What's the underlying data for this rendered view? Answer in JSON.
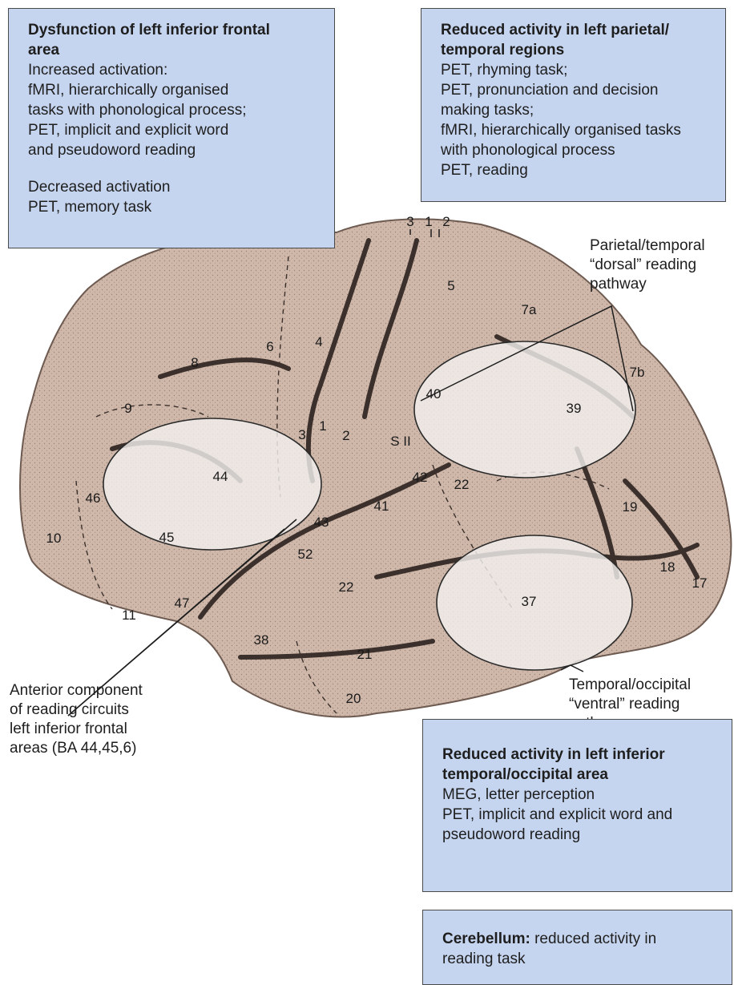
{
  "boxes": {
    "frontal": {
      "title_lines": [
        "Dysfunction of left inferior frontal",
        "area"
      ],
      "lines": [
        "Increased activation:",
        "fMRI, hierarchically organised",
        "tasks with phonological process;",
        "PET, implicit and explicit word",
        "and pseudoword reading"
      ],
      "lines2": [
        "Decreased activation",
        "PET, memory task"
      ]
    },
    "parietal": {
      "title_lines": [
        "Reduced activity in left parietal/",
        "temporal regions"
      ],
      "lines": [
        "PET, rhyming task;",
        "PET, pronunciation and decision",
        "making tasks;",
        "fMRI, hierarchically organised tasks",
        "with phonological process",
        "PET, reading"
      ]
    },
    "occipital": {
      "title_lines": [
        "Reduced activity in left inferior",
        "temporal/occipital area"
      ],
      "lines": [
        "MEG, letter perception",
        "PET, implicit and explicit word and",
        "pseudoword reading"
      ]
    },
    "cerebellum": {
      "title": "Cerebellum:",
      "text_first": "reduced activity in",
      "text_second": "reading task"
    }
  },
  "callouts": {
    "anterior": [
      "Anterior component",
      "of reading circuits",
      "left inferior frontal",
      "areas (BA 44,45,6)"
    ],
    "dorsal": [
      "Parietal/temporal",
      "“dorsal” reading",
      "pathway"
    ],
    "ventral": [
      "Temporal/occipital",
      "“ventral” reading",
      "pathway"
    ]
  },
  "brodmann_areas": {
    "a3top": "3",
    "a1top": "1",
    "a2top": "2",
    "a5": "5",
    "a7a": "7a",
    "a7b": "7b",
    "a6": "6",
    "a4": "4",
    "a8": "8",
    "a40": "40",
    "a39": "39",
    "a9": "9",
    "a3": "3",
    "a1": "1",
    "a2": "2",
    "sII": "S II",
    "a44": "44",
    "a46": "46",
    "a42": "42",
    "a22a": "22",
    "a41": "41",
    "a19": "19",
    "a10": "10",
    "a45": "45",
    "a43": "43",
    "a52": "52",
    "a18": "18",
    "a17": "17",
    "a22b": "22",
    "a47": "47",
    "a37": "37",
    "a11": "11",
    "a38": "38",
    "a21": "21",
    "a20": "20"
  },
  "colors": {
    "box_fill": "#c6d5ef",
    "brain_fill": "#cbb4a6",
    "highlight_fill": "#f2efee"
  }
}
